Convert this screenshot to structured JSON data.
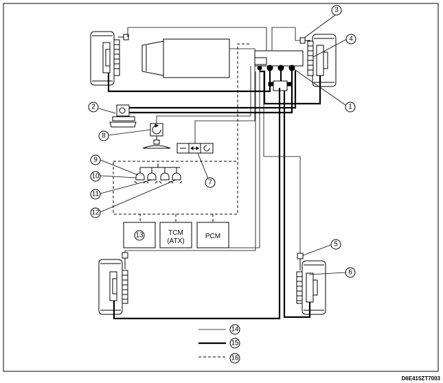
{
  "callouts": {
    "c1": "1",
    "c2": "2",
    "c3": "3",
    "c4": "4",
    "c5": "5",
    "c6": "6",
    "c7": "7",
    "c8": "8",
    "c9": "9",
    "c10": "10",
    "c11": "11",
    "c12": "12",
    "c13": "13",
    "c14": "14",
    "c15": "15",
    "c16": "16"
  },
  "modules": {
    "tcm_line1": "TCM",
    "tcm_line2": "(ATX)",
    "pcm": "PCM"
  },
  "figure_code": "D6E415ZT7003",
  "colors": {
    "line": "#000000",
    "background": "#ffffff"
  }
}
